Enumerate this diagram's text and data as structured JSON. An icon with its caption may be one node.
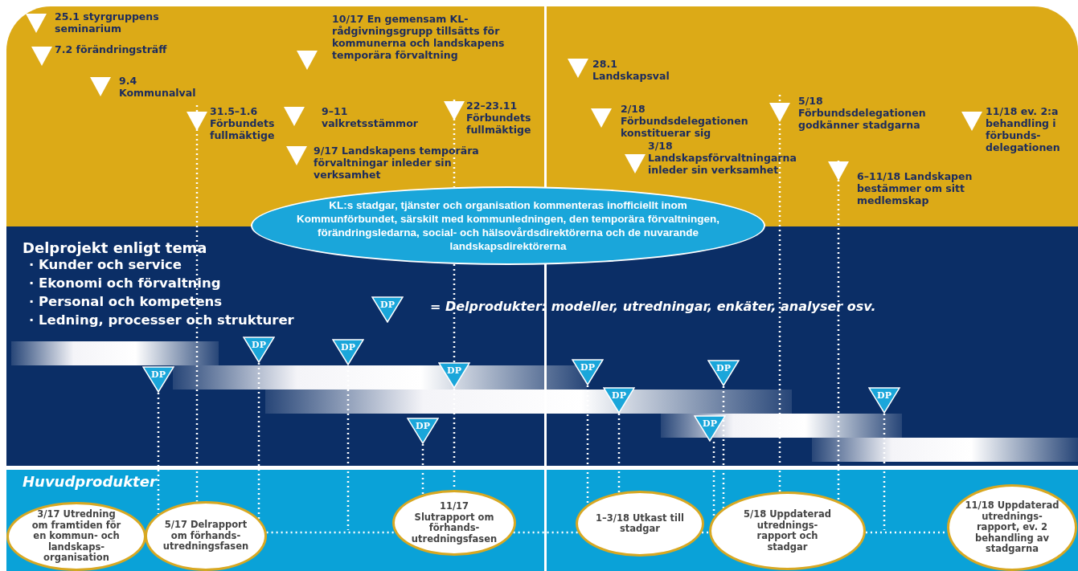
{
  "diagram": {
    "nodes": [
      {
        "text": [
          "25.1 styrgruppens seminarium"
        ]
      },
      {
        "text": [
          "7.2 förändringsträff"
        ]
      },
      {
        "text": [
          "9.4 Kommunalval"
        ]
      },
      {
        "text": [
          "10/17 En gemensam KL- rådgivningsgrupp tillsätts för kommunerna och landskapens temporära förvaltning"
        ]
      },
      {
        "text": [
          "31.5–1.6 Förbundets fullmäktige"
        ]
      },
      {
        "text": [
          "9–11 valkretsstämmor"
        ]
      },
      {
        "text": [
          "22–23.11 Förbundets fullmäktige"
        ]
      },
      {
        "text": [
          "9/17 Landskapens temporära förvaltningar inleder sin verksamhet"
        ]
      },
      {
        "text": [
          "28.1 Landskapsval"
        ]
      },
      {
        "text": [
          "2/18 Förbundsdelegationen konstituerar sig"
        ]
      },
      {
        "text": [
          "3/18 Landskapsförvaltningarna inleder sin verksamhet"
        ]
      },
      {
        "text": [
          "5/18 Förbundsdelegationen godkänner stadgarna"
        ]
      },
      {
        "text": [
          "11/18 ev. 2:a behandling i förbunds- delegationen"
        ]
      },
      {
        "text": [
          "6–11/18 Landskapen bestämmer om sitt medlemskap"
        ]
      },
      {
        "text": [
          "KL:s stadgar, tjänster och organisation kommenteras inofficiellt inom Kommunförbundet, särskilt med kommunledningen, den temporära förvaltningen, förändringsledarna, social- och hälsovårdsdirektörerna och de nuvarande landskapsdirektörerna"
        ]
      },
      {
        "text": [
          "Delprojekt enligt tema",
          "· Kunder och service",
          "· Ekonomi och förvaltning",
          "· Personal och kompetens",
          "· Ledning, processer och strukturer"
        ]
      },
      {
        "text": [
          "DP"
        ],
        "in": 15
      },
      {
        "text": [
          "DP"
        ],
        "in": 15
      },
      {
        "text": [
          "DP"
        ],
        "in": 15
      },
      {
        "text": [
          "DP"
        ],
        "in": 15
      },
      {
        "text": [
          "DP"
        ],
        "in": 15
      },
      {
        "text": [
          "DP"
        ],
        "in": 15
      },
      {
        "text": [
          "DP"
        ],
        "in": 15
      },
      {
        "text": [
          "DP"
        ],
        "in": 15
      },
      {
        "text": [
          "DP"
        ],
        "in": 15
      },
      {
        "text": [
          "DP"
        ],
        "in": 15
      },
      {
        "text": [
          "Huvudprodukter"
        ]
      },
      {
        "text": [
          "3/17 Utredning om framtiden för en kommun- och landskaps- organisation"
        ],
        "in": 26
      },
      {
        "text": [
          "5/17 Delrapport om förhands- utredningsfasen"
        ],
        "in": 26
      },
      {
        "text": [
          "11/17 Slutrapport om förhands- utredningsfasen"
        ],
        "in": 26
      },
      {
        "text": [
          "1–3/18 Utkast till stadgar"
        ],
        "in": 26
      },
      {
        "text": [
          "5/18 Uppdaterad utrednings- rapport och stadgar"
        ],
        "in": 26
      },
      {
        "text": [
          "11/18 Uppdaterad utrednings- rapport, ev. 2 behandling av stadgarna"
        ],
        "in": 26
      }
    ],
    "edges": [
      {
        "from": 4,
        "to": 28,
        "arrow": "none",
        "style": "dashed"
      },
      {
        "from": 6,
        "to": 14,
        "arrow": "none",
        "style": "dashed"
      },
      {
        "from": 14,
        "to": 20,
        "arrow": "none",
        "style": "dashed"
      },
      {
        "from": 20,
        "to": 29,
        "arrow": "none",
        "style": "dashed"
      },
      {
        "from": 16,
        "to": 28,
        "arrow": "none",
        "style": "dashed"
      },
      {
        "from": 17,
        "to": 28,
        "arrow": "none",
        "style": "dashed"
      },
      {
        "from": 18,
        "to": null,
        "arrow": "none",
        "style": "dashed"
      },
      {
        "from": 19,
        "to": 29,
        "arrow": "none",
        "style": "dashed"
      },
      {
        "from": 21,
        "to": 30,
        "arrow": "none",
        "style": "dashed"
      },
      {
        "from": 22,
        "to": 30,
        "arrow": "none",
        "style": "dashed"
      },
      {
        "from": 23,
        "to": 31,
        "arrow": "none",
        "style": "dashed"
      },
      {
        "from": 24,
        "to": 31,
        "arrow": "none",
        "style": "dashed"
      },
      {
        "from": 11,
        "to": 31,
        "arrow": "none",
        "style": "dashed"
      },
      {
        "from": 13,
        "to": 31,
        "arrow": "none",
        "style": "dashed"
      },
      {
        "from": 25,
        "to": null,
        "arrow": "none",
        "style": "dashed"
      },
      {
        "from": 28,
        "to": 29,
        "arrow": "none",
        "style": "dashed"
      },
      {
        "from": 29,
        "to": 30,
        "arrow": "none",
        "style": "dashed"
      },
      {
        "from": 30,
        "to": 31,
        "arrow": "none",
        "style": "dashed"
      },
      {
        "from": 31,
        "to": 32,
        "arrow": "none",
        "style": "dashed"
      }
    ],
    "labels": [
      "DP"
    ],
    "legend": [
      {
        "text": "= Delprodukter: modeller, utredningar, enkäter, analyser osv."
      }
    ]
  }
}
